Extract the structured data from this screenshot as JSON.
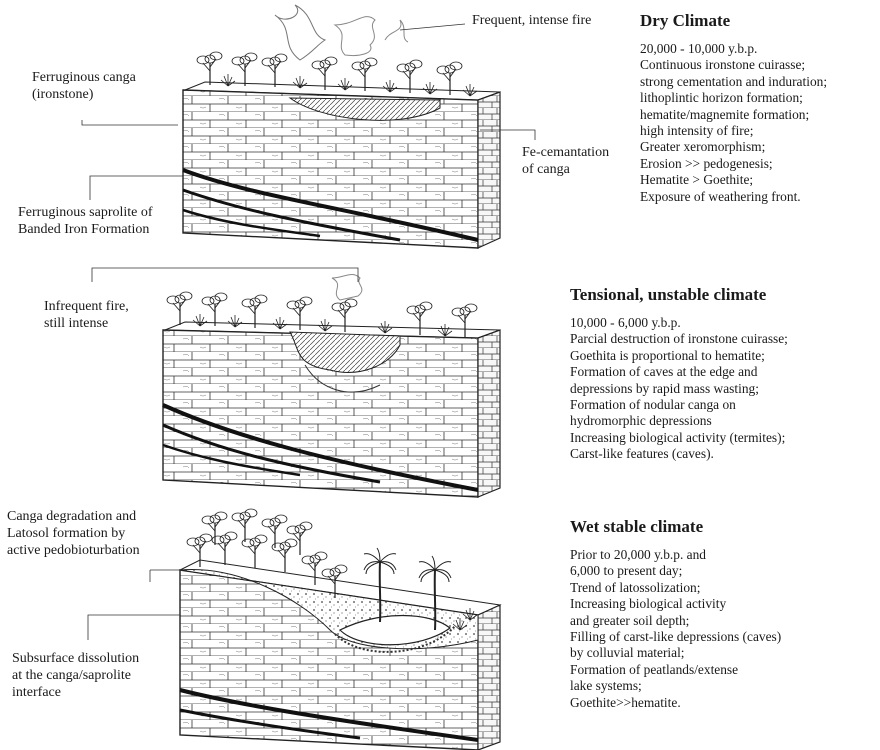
{
  "panels": [
    {
      "title": "Dry Climate",
      "lines": [
        "20,000 - 10,000 y.b.p.",
        "Continuous ironstone cuirasse;",
        "strong cementation and induration;",
        "lithoplintic horizon formation;",
        "hematite/magnemite formation;",
        "high intensity of fire;",
        "Greater xeromorphism;",
        "Erosion >> pedogenesis;",
        "Hematite > Goethite;",
        "Exposure of weathering front."
      ],
      "labels": {
        "top": "Frequent, intense fire",
        "upper_left": "Ferruginous canga\n(ironstone)",
        "lower_left": "Ferruginous saprolite of\nBanded Iron Formation",
        "right": "Fe-cemantation\nof canga"
      }
    },
    {
      "title": "Tensional, unstable climate",
      "lines": [
        "10,000 - 6,000 y.b.p.",
        "Parcial destruction of ironstone cuirasse;",
        "Goethita is proportional to hematite;",
        "Formation of caves at the edge and",
        " depressions by rapid mass wasting;",
        "Formation of nodular canga on",
        "hydromorphic depressions",
        "Increasing biological activity (termites);",
        "Carst-like features (caves)."
      ],
      "labels": {
        "left": "Infrequent fire,\nstill intense"
      }
    },
    {
      "title": "Wet stable climate",
      "lines": [
        "Prior to 20,000 y.b.p. and",
        "6,000 to present day;",
        "Trend of latossolization;",
        "Increasing biological activity",
        "and greater soil depth;",
        "Filling of carst-like depressions (caves)",
        "by colluvial material;",
        "Formation of peatlands/extense",
        "lake systems;",
        "Goethite>>hematite."
      ],
      "labels": {
        "upper_left": "Canga degradation and\nLatosol formation by\nactive pedobioturbation",
        "lower_left": "Subsurface dissolution\nat the canga/saprolite\ninterface"
      }
    }
  ]
}
